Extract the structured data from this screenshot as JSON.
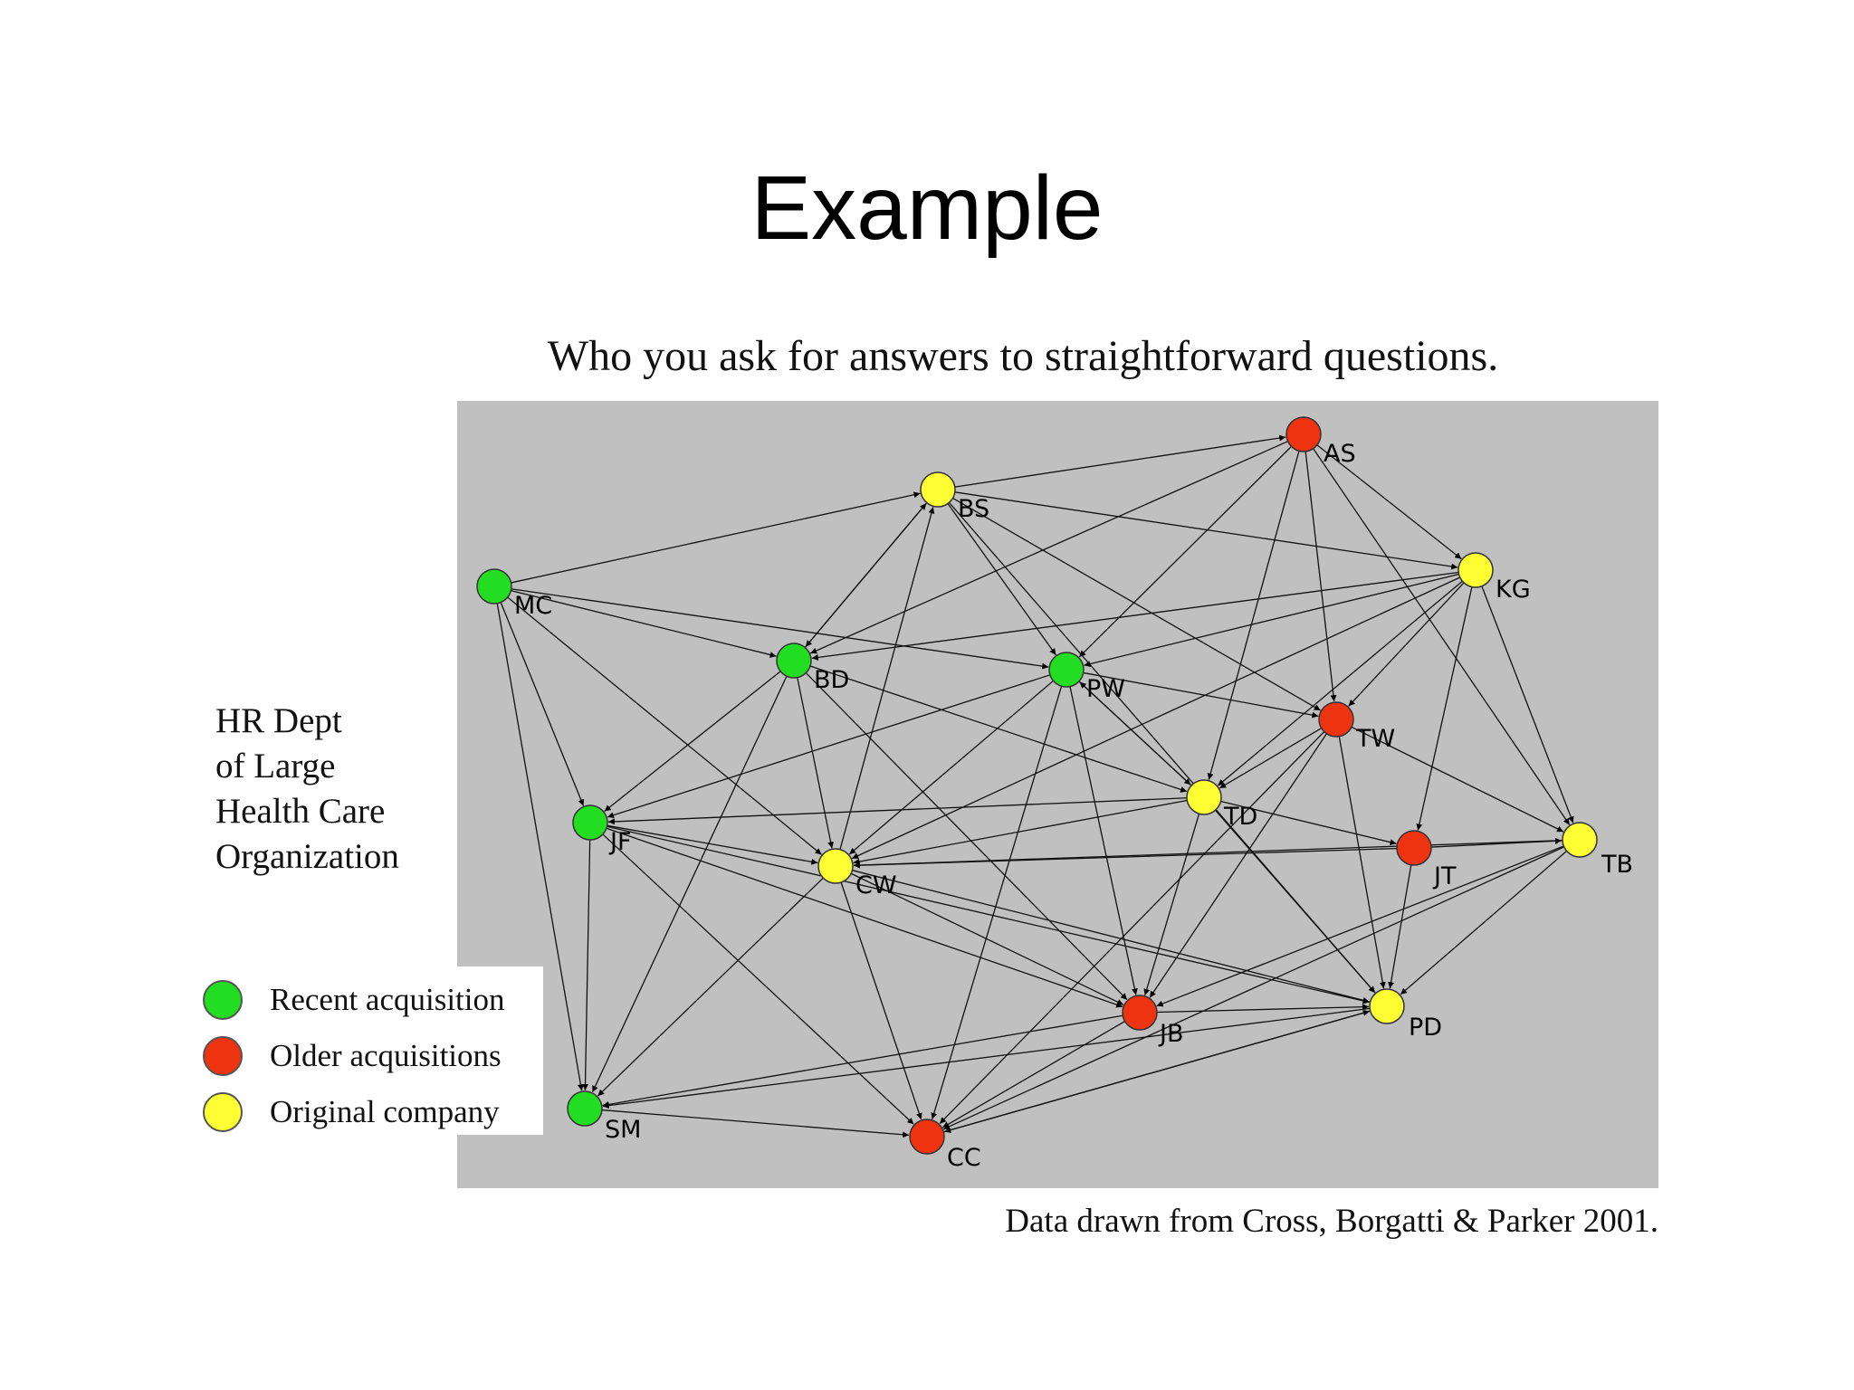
{
  "title": "Example",
  "subtitle": "Who you ask for answers to straightforward questions.",
  "side_label": [
    "HR Dept",
    "of Large",
    "Health Care",
    "Organization"
  ],
  "legend": [
    {
      "label": "Recent acquisition",
      "color": "#22dd22"
    },
    {
      "label": "Older acquisitions",
      "color": "#ee3311"
    },
    {
      "label": "Original company",
      "color": "#ffff33"
    }
  ],
  "footnote": "Data drawn from Cross, Borgatti & Parker 2001.",
  "colors": {
    "recent": "#22dd22",
    "older": "#ee3311",
    "original": "#ffff33",
    "panel": "#c0c0c0"
  },
  "nodes": [
    {
      "id": "AS",
      "group": "older"
    },
    {
      "id": "BS",
      "group": "original"
    },
    {
      "id": "MC",
      "group": "recent"
    },
    {
      "id": "KG",
      "group": "original"
    },
    {
      "id": "BD",
      "group": "recent"
    },
    {
      "id": "PW",
      "group": "recent"
    },
    {
      "id": "TW",
      "group": "older"
    },
    {
      "id": "TD",
      "group": "original"
    },
    {
      "id": "JF",
      "group": "recent"
    },
    {
      "id": "CW",
      "group": "original"
    },
    {
      "id": "JT",
      "group": "older"
    },
    {
      "id": "TB",
      "group": "original"
    },
    {
      "id": "JB",
      "group": "older"
    },
    {
      "id": "PD",
      "group": "original"
    },
    {
      "id": "SM",
      "group": "recent"
    },
    {
      "id": "CC",
      "group": "older"
    }
  ],
  "edges": [
    [
      "BS",
      "AS"
    ],
    [
      "MC",
      "BS"
    ],
    [
      "BS",
      "KG"
    ],
    [
      "BS",
      "PW"
    ],
    [
      "BS",
      "TW"
    ],
    [
      "BS",
      "PD"
    ],
    [
      "BS",
      "BD"
    ],
    [
      "AS",
      "KG"
    ],
    [
      "AS",
      "TD"
    ],
    [
      "AS",
      "TB"
    ],
    [
      "AS",
      "PW"
    ],
    [
      "AS",
      "TW"
    ],
    [
      "AS",
      "BD"
    ],
    [
      "MC",
      "BD"
    ],
    [
      "MC",
      "PW"
    ],
    [
      "MC",
      "JF"
    ],
    [
      "MC",
      "SM"
    ],
    [
      "MC",
      "CW"
    ],
    [
      "KG",
      "BD"
    ],
    [
      "KG",
      "PW"
    ],
    [
      "KG",
      "TW"
    ],
    [
      "KG",
      "TD"
    ],
    [
      "KG",
      "JT"
    ],
    [
      "KG",
      "TB"
    ],
    [
      "KG",
      "CW"
    ],
    [
      "BD",
      "JF"
    ],
    [
      "BD",
      "SM"
    ],
    [
      "BD",
      "CW"
    ],
    [
      "BD",
      "TD"
    ],
    [
      "BD",
      "JB"
    ],
    [
      "BD",
      "BS"
    ],
    [
      "PW",
      "TW"
    ],
    [
      "PW",
      "TD"
    ],
    [
      "PW",
      "CW"
    ],
    [
      "PW",
      "JF"
    ],
    [
      "PW",
      "JB"
    ],
    [
      "PW",
      "CC"
    ],
    [
      "TW",
      "TD"
    ],
    [
      "TW",
      "PD"
    ],
    [
      "TW",
      "JB"
    ],
    [
      "TW",
      "TB"
    ],
    [
      "TW",
      "CC"
    ],
    [
      "TD",
      "JF"
    ],
    [
      "TD",
      "CW"
    ],
    [
      "TD",
      "PD"
    ],
    [
      "TD",
      "JB"
    ],
    [
      "TD",
      "PW"
    ],
    [
      "JF",
      "SM"
    ],
    [
      "JF",
      "CW"
    ],
    [
      "JF",
      "CC"
    ],
    [
      "JF",
      "JB"
    ],
    [
      "CW",
      "SM"
    ],
    [
      "CW",
      "CC"
    ],
    [
      "CW",
      "JB"
    ],
    [
      "CW",
      "PD"
    ],
    [
      "CW",
      "BS"
    ],
    [
      "JT",
      "CW"
    ],
    [
      "JT",
      "PD"
    ],
    [
      "JT",
      "TB"
    ],
    [
      "TB",
      "JB"
    ],
    [
      "TB",
      "PD"
    ],
    [
      "TB",
      "CC"
    ],
    [
      "TB",
      "CW"
    ],
    [
      "JB",
      "SM"
    ],
    [
      "JB",
      "PD"
    ],
    [
      "JB",
      "CC"
    ],
    [
      "PD",
      "SM"
    ],
    [
      "PD",
      "CC"
    ],
    [
      "SM",
      "CC"
    ],
    [
      "CC",
      "PD"
    ],
    [
      "TD",
      "JT"
    ],
    [
      "JF",
      "PD"
    ]
  ]
}
